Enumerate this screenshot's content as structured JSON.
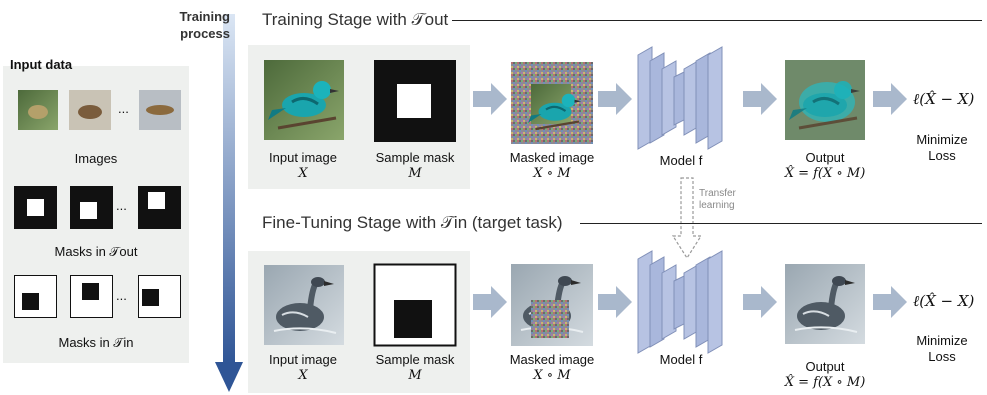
{
  "training_process_label": [
    "Training",
    "process"
  ],
  "input_panel": {
    "title": "Input data",
    "images_label": "Images",
    "ellipsis": "...",
    "masks_out_label": "Masks in 𝒯out",
    "masks_in_label": "Masks in 𝒯in"
  },
  "training_stage": {
    "title": "Training Stage with 𝒯out",
    "input_image_label": "Input image",
    "input_image_var": "X",
    "sample_mask_label": "Sample mask",
    "sample_mask_var": "M",
    "masked_image_label": "Masked image",
    "masked_image_var": "X ∘ M",
    "model_label": "Model f",
    "output_label": "Output",
    "output_formula": "X̂ = f(X ∘ M)",
    "loss_formula": "ℓ(X̂ − X)",
    "minimize_label": [
      "Minimize",
      "Loss"
    ]
  },
  "transfer_label": [
    "Transfer",
    "learning"
  ],
  "finetune_stage": {
    "title": "Fine-Tuning Stage with 𝒯in (target task)",
    "input_image_label": "Input image",
    "input_image_var": "X",
    "sample_mask_label": "Sample mask",
    "sample_mask_var": "M",
    "masked_image_label": "Masked image",
    "masked_image_var": "X ∘ M",
    "model_label": "Model f",
    "output_label": "Output",
    "output_formula": "X̂ = f(X ∘ M)",
    "loss_formula": "ℓ(X̂ − X)",
    "minimize_label": [
      "Minimize",
      "Loss"
    ]
  },
  "colors": {
    "panel": "#eef0ee",
    "arrow": "#a9b8cc",
    "model_face": "#b7c3e3",
    "model_edge": "#8190b8",
    "timeline_top": "#dbe6f4",
    "timeline_bottom": "#2f5596",
    "bird_teal": "#1aa5ad",
    "duck_gray": "#5f6a74"
  }
}
